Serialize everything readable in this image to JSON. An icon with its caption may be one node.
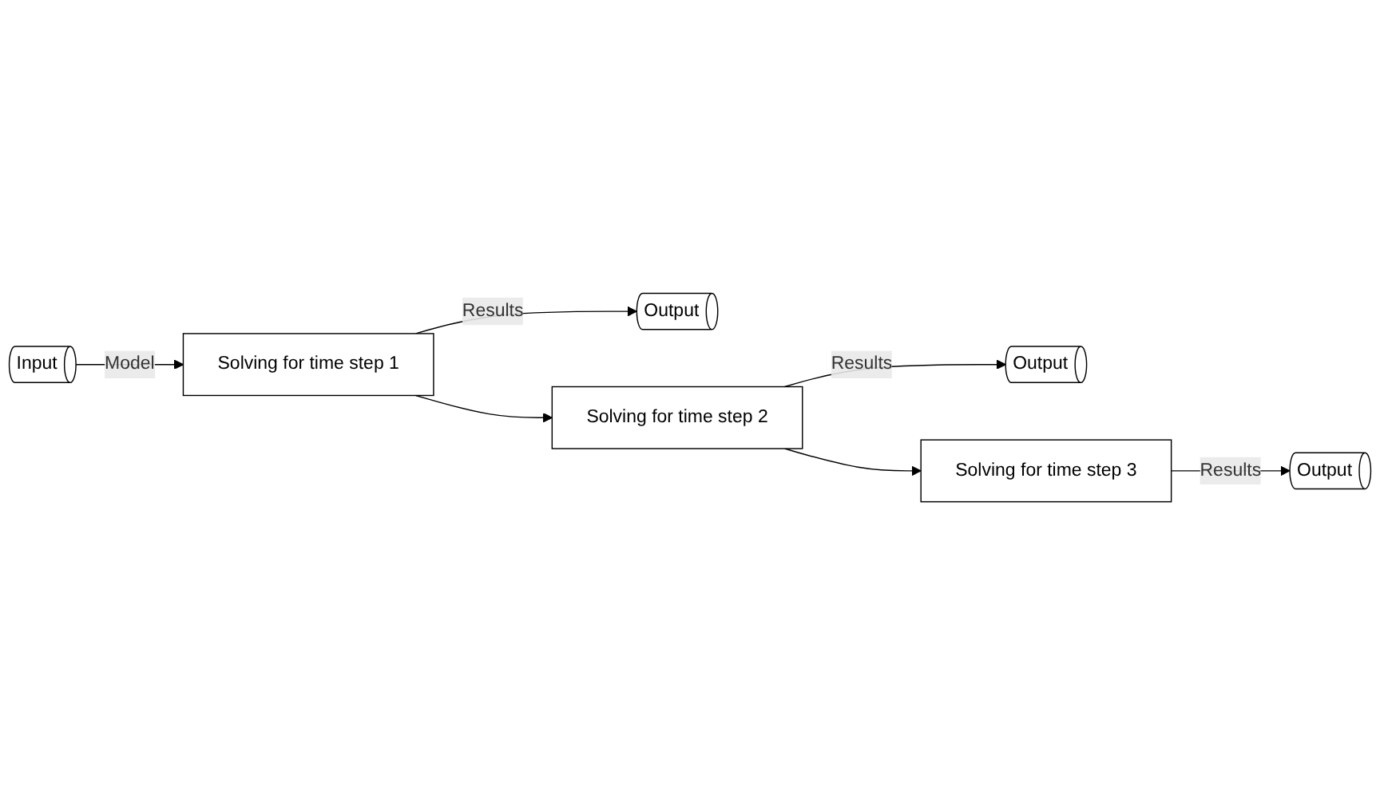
{
  "diagram": {
    "nodes": [
      {
        "text": [
          "Input"
        ]
      },
      {
        "text": [
          "Solving for time step 1"
        ]
      },
      {
        "text": [
          "Output"
        ]
      },
      {
        "text": [
          "Solving for time step 2"
        ]
      },
      {
        "text": [
          "Output"
        ]
      },
      {
        "text": [
          "Solving for time step 3"
        ]
      },
      {
        "text": [
          "Output"
        ]
      }
    ],
    "edges": [
      {
        "from": 0,
        "to": 1,
        "arrow": "to",
        "label": "Model"
      },
      {
        "from": 1,
        "to": 2,
        "arrow": "to",
        "label": "Results"
      },
      {
        "from": 1,
        "to": 3,
        "arrow": "to"
      },
      {
        "from": 3,
        "to": 4,
        "arrow": "to",
        "label": "Results"
      },
      {
        "from": 3,
        "to": 5,
        "arrow": "to"
      },
      {
        "from": 5,
        "to": 6,
        "arrow": "to",
        "label": "Results"
      }
    ]
  }
}
